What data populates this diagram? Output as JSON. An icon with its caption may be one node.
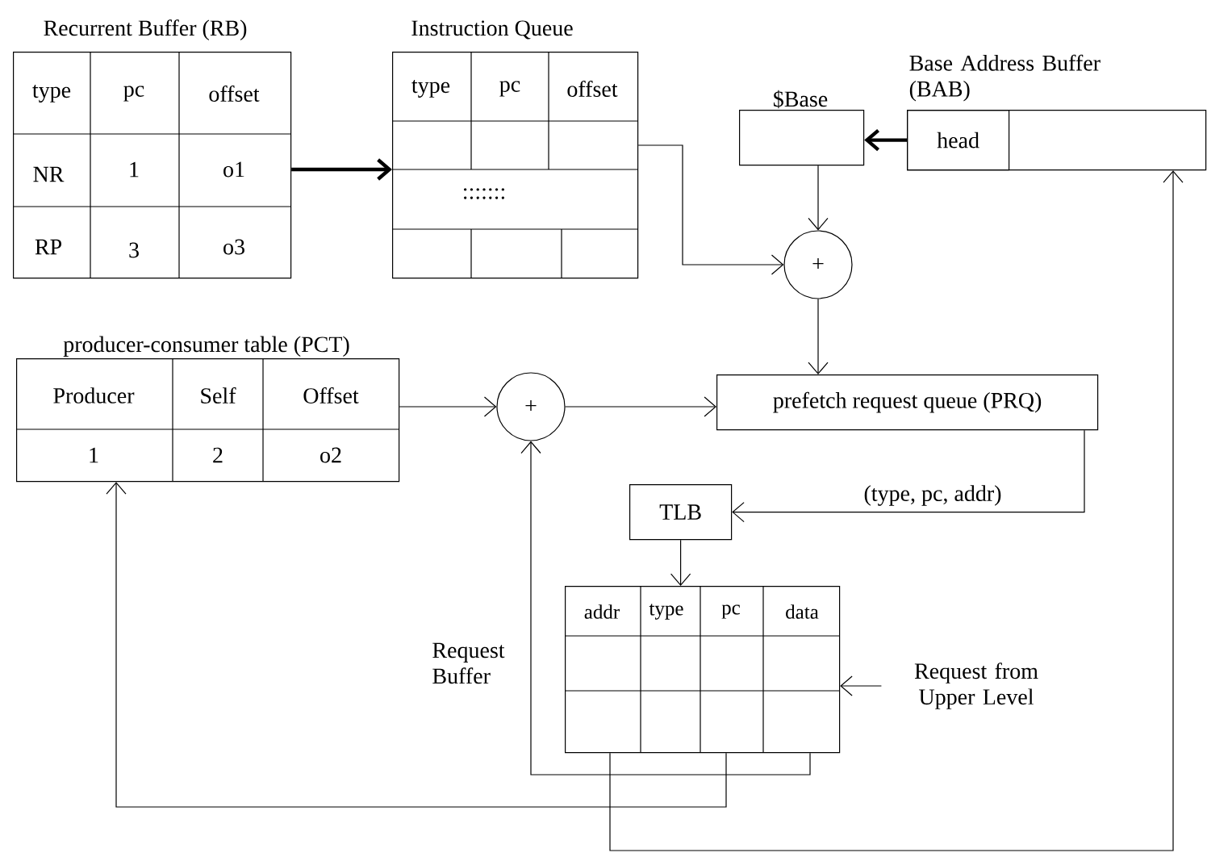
{
  "diagram": {
    "nodes": [
      {
        "text": [
          "Recurrent Buffer (RB)"
        ]
      },
      {
        "text": [
          "type"
        ],
        "in": 0
      },
      {
        "text": [
          "pc"
        ],
        "in": 0
      },
      {
        "text": [
          "offset"
        ],
        "in": 0
      },
      {
        "text": [
          "NR"
        ],
        "in": 0
      },
      {
        "text": [
          "1"
        ],
        "in": 0
      },
      {
        "text": [
          "o1"
        ],
        "in": 0
      },
      {
        "text": [
          "RP"
        ],
        "in": 0
      },
      {
        "text": [
          "3"
        ],
        "in": 0
      },
      {
        "text": [
          "o3"
        ],
        "in": 0
      },
      {
        "text": [
          "Instruction Queue"
        ]
      },
      {
        "text": [
          "type"
        ],
        "in": 10
      },
      {
        "text": [
          "pc"
        ],
        "in": 10
      },
      {
        "text": [
          "offset"
        ],
        "in": 10
      },
      {
        "text": [
          ":::::::"
        ],
        "in": 10
      },
      {
        "text": [
          "$Base"
        ]
      },
      {
        "text": [
          "Base Address Buffer (BAB)"
        ]
      },
      {
        "text": [
          "head"
        ],
        "in": 16
      },
      {
        "text": [
          "+"
        ]
      },
      {
        "text": [
          "producer-consumer table (PCT)"
        ]
      },
      {
        "text": [
          "Producer"
        ],
        "in": 19
      },
      {
        "text": [
          "Self"
        ],
        "in": 19
      },
      {
        "text": [
          "Offset"
        ],
        "in": 19
      },
      {
        "text": [
          "1"
        ],
        "in": 19
      },
      {
        "text": [
          "2"
        ],
        "in": 19
      },
      {
        "text": [
          "o2"
        ],
        "in": 19
      },
      {
        "text": [
          "+"
        ]
      },
      {
        "text": [
          "prefetch request queue (PRQ)"
        ]
      },
      {
        "text": [
          "TLB"
        ]
      },
      {
        "text": [
          "Request Buffer"
        ]
      },
      {
        "text": [
          "addr"
        ],
        "in": 29
      },
      {
        "text": [
          "type"
        ],
        "in": 29
      },
      {
        "text": [
          "pc"
        ],
        "in": 29
      },
      {
        "text": [
          "data"
        ],
        "in": 29
      },
      {
        "text": [
          "Request from Upper Level"
        ]
      }
    ],
    "edges": [
      {
        "from": 0,
        "to": 10,
        "arrow": "to",
        "style": "thick"
      },
      {
        "from": 10,
        "to": 18,
        "arrow": "to"
      },
      {
        "from": 17,
        "to": 15,
        "arrow": "to",
        "style": "thick"
      },
      {
        "from": 15,
        "to": 18,
        "arrow": "to"
      },
      {
        "from": 18,
        "to": 27,
        "arrow": "to"
      },
      {
        "from": 19,
        "to": 26,
        "arrow": "to"
      },
      {
        "from": 26,
        "to": 27,
        "arrow": "to"
      },
      {
        "from": 27,
        "to": 28,
        "arrow": "to",
        "label": "(type, pc, addr)"
      },
      {
        "from": 28,
        "to": 29,
        "arrow": "to"
      },
      {
        "from": 34,
        "to": 29,
        "arrow": "to"
      },
      {
        "from": 29,
        "to": 26,
        "arrow": "to"
      },
      {
        "from": 29,
        "to": 19,
        "arrow": "to"
      },
      {
        "from": 29,
        "to": 16,
        "arrow": "to"
      }
    ]
  }
}
